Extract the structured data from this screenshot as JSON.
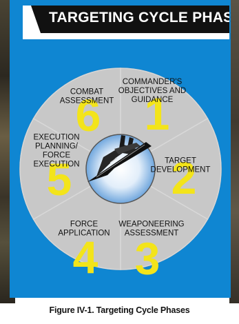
{
  "title": "TARGETING CYCLE PHASES",
  "caption": "Figure IV-1.  Targeting Cycle Phases",
  "colors": {
    "background_blue": "#0f86d2",
    "wheel_gray": "#c8c8c8",
    "wheel_border": "#555555",
    "number_yellow": "#f3e41a",
    "title_bar": "#111111"
  },
  "phases": [
    {
      "number": "1",
      "lines": [
        "COMMANDER'S",
        "OBJECTIVES AND",
        "GUIDANCE"
      ]
    },
    {
      "number": "2",
      "lines": [
        "TARGET",
        "DEVELOPMENT"
      ]
    },
    {
      "number": "3",
      "lines": [
        "WEAPONEERING",
        "ASSESSMENT"
      ]
    },
    {
      "number": "4",
      "lines": [
        "FORCE",
        "APPLICATION"
      ]
    },
    {
      "number": "5",
      "lines": [
        "EXECUTION",
        "PLANNING/",
        "FORCE",
        "EXECUTION"
      ]
    },
    {
      "number": "6",
      "lines": [
        "COMBAT",
        "ASSESSMENT"
      ]
    }
  ],
  "center_icon": "stealth-aircraft-icon"
}
